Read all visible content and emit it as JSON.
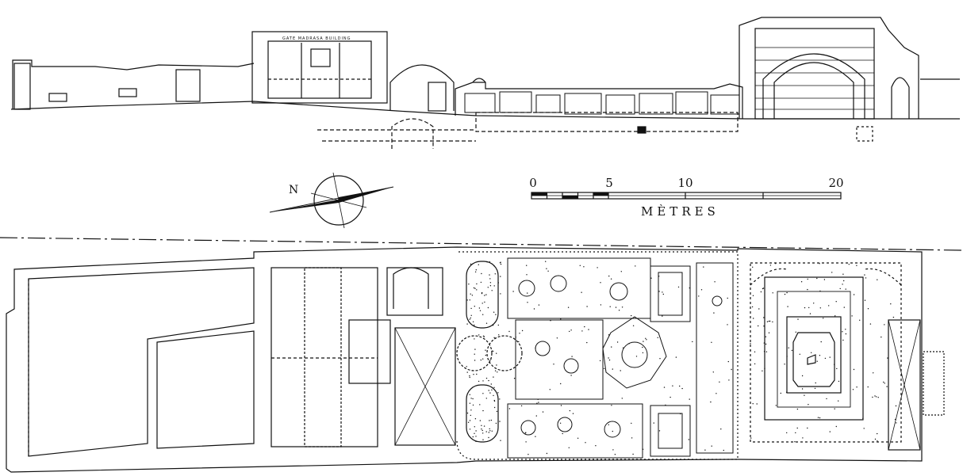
{
  "north_label": "N",
  "scale": {
    "ticks": [
      "0",
      "5",
      "10",
      "20"
    ],
    "unit": "MÈTRES"
  },
  "elevation": {
    "inscription": "GATE MADRASA BUILDING"
  },
  "colors": {
    "ink": "#111111",
    "paper": "#ffffff"
  }
}
